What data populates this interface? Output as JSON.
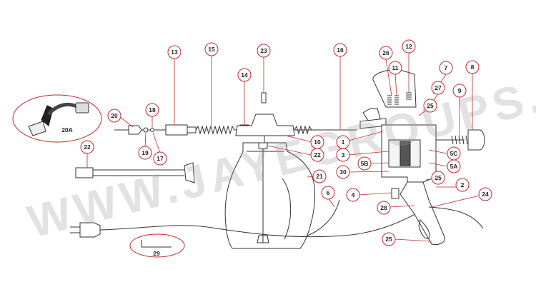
{
  "watermark": "WWW.JAYEGROUPS.IN",
  "colors": {
    "callout_stroke": "#c62828",
    "line": "#333333",
    "watermark": "#9a9a9a"
  },
  "callouts": [
    "13",
    "15",
    "23",
    "16",
    "26",
    "12",
    "11",
    "7",
    "8",
    "14",
    "27",
    "9",
    "20",
    "18",
    "25",
    "20A",
    "10",
    "1",
    "5C",
    "3",
    "5B",
    "22",
    "30",
    "5A",
    "19",
    "17",
    "21",
    "25",
    "2",
    "4",
    "24",
    "6",
    "28",
    "29",
    "25"
  ]
}
